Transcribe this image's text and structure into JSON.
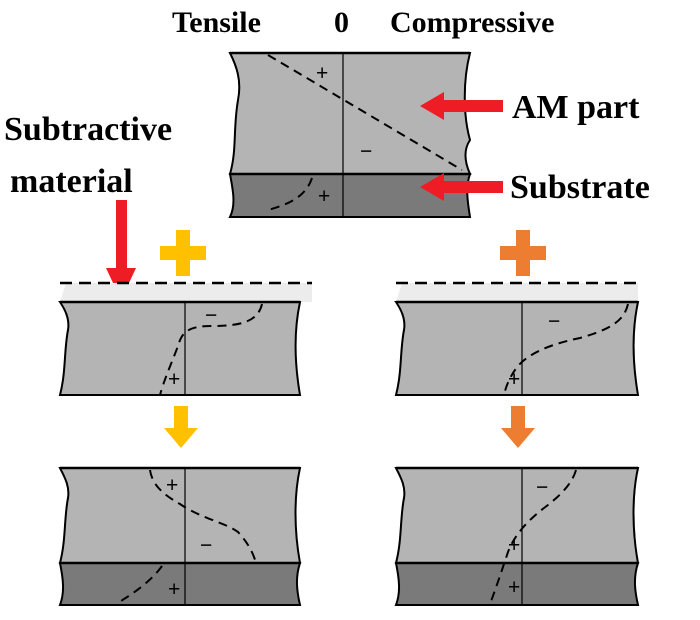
{
  "header": {
    "tensile": "Tensile",
    "zero": "0",
    "compressive": "Compressive"
  },
  "labels": {
    "am_part": "AM part",
    "substrate": "Substrate",
    "subtractive_line1": "Subtractive",
    "subtractive_line2": "material"
  },
  "signs": {
    "plus": "+",
    "minus": "−"
  },
  "colors": {
    "arrow_red": "#ee1c24",
    "plus_yellow": "#ffc000",
    "plus_orange": "#ed7d31",
    "part_gray": "#b4b4b4",
    "substrate_gray": "#7a7a7a",
    "removed_layer": "#ececec"
  }
}
